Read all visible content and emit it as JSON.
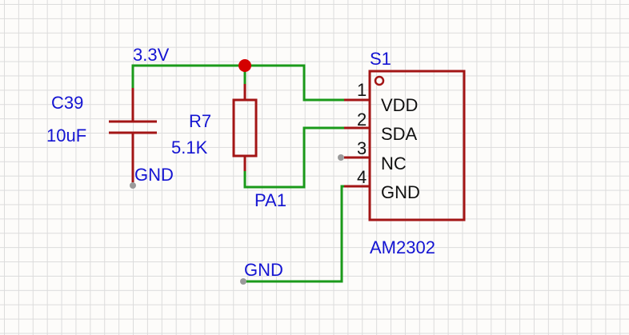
{
  "schematic": {
    "net_labels": {
      "vcc": "3.3V",
      "gnd_cap": "GND",
      "pa1": "PA1",
      "gnd_sensor": "GND"
    },
    "capacitor": {
      "designator": "C39",
      "value": "10uF"
    },
    "resistor": {
      "designator": "R7",
      "value": "5.1K"
    },
    "sensor": {
      "designator": "S1",
      "part": "AM2302",
      "pins": [
        {
          "number": "1",
          "name": "VDD"
        },
        {
          "number": "2",
          "name": "SDA"
        },
        {
          "number": "3",
          "name": "NC"
        },
        {
          "number": "4",
          "name": "GND"
        }
      ]
    },
    "colors": {
      "wire": "#1a9a1a",
      "component": "#a31515",
      "junction": "#d40000",
      "label": "#1414d2",
      "pin_text": "#111111",
      "port": "#9a9a9a"
    }
  }
}
